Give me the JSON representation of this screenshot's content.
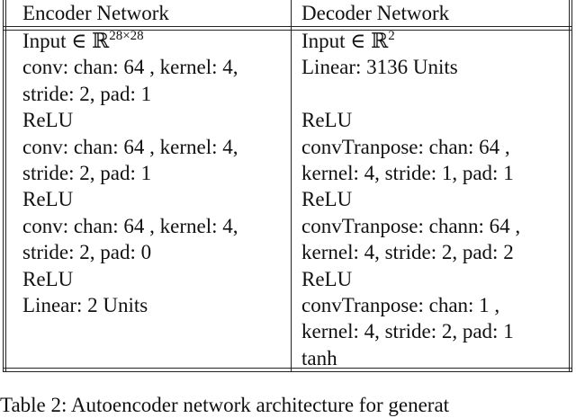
{
  "table": {
    "headers": [
      "Encoder Network",
      "Decoder Network"
    ],
    "encoder_rows": [
      {
        "pre": "Input ∈ ℝ",
        "sup": "28×28"
      },
      {
        "text": "conv: chan: 64 , kernel: 4,"
      },
      {
        "text": "stride: 2, pad: 1"
      },
      {
        "text": "ReLU"
      },
      {
        "text": "conv: chan: 64 , kernel: 4,"
      },
      {
        "text": "stride: 2, pad: 1"
      },
      {
        "text": "ReLU"
      },
      {
        "text": "conv: chan: 64 , kernel: 4,"
      },
      {
        "text": "stride: 2, pad: 0"
      },
      {
        "text": "ReLU"
      },
      {
        "text": "Linear: 2 Units"
      }
    ],
    "decoder_rows": [
      {
        "pre": "Input ∈ ℝ",
        "sup": "2"
      },
      {
        "text": "Linear: 3136 Units"
      },
      {
        "text": ""
      },
      {
        "text": "ReLU"
      },
      {
        "text": "convTranpose: chan: 64 ,"
      },
      {
        "text": "kernel: 4, stride: 1, pad: 1"
      },
      {
        "text": "ReLU"
      },
      {
        "text": "convTranpose: chann: 64 ,"
      },
      {
        "text": "kernel: 4, stride: 2, pad: 2"
      },
      {
        "text": "ReLU"
      },
      {
        "text": "convTranpose: chan: 1 ,"
      },
      {
        "text": "kernel: 4, stride: 2, pad: 1"
      },
      {
        "text": "tanh"
      }
    ]
  },
  "caption": "Table 2:  Autoencoder network architecture for generat"
}
